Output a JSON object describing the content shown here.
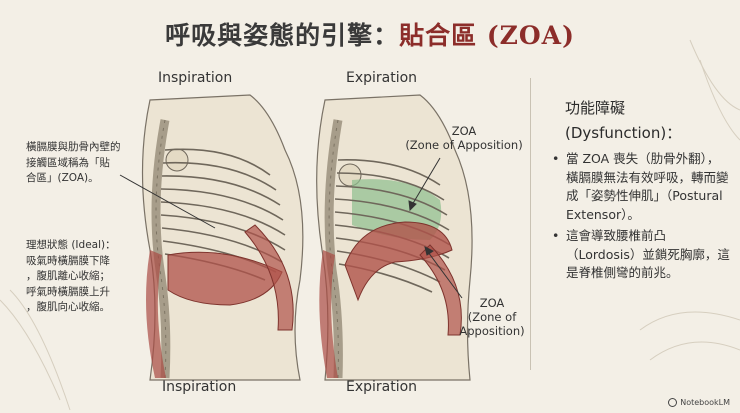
{
  "title": {
    "main": "呼吸與姿態的引擎：",
    "accent": "貼合區 (ZOA)"
  },
  "panels": {
    "left_top_label": "Inspiration",
    "right_top_label": "Expiration",
    "left_bottom_label": "Inspiration",
    "right_bottom_label": "Expiration"
  },
  "notes": {
    "zoa_definition": [
      "橫膈膜與肋骨內壁的",
      "接觸區域稱為「貼",
      "合區」(ZOA)。"
    ],
    "ideal": [
      "理想狀態 (Ideal)：",
      "吸氣時橫膈膜下降",
      "，腹肌離心收縮；",
      "呼氣時橫膈膜上升",
      "，腹肌向心收縮。"
    ]
  },
  "zoa_labels": {
    "upper": [
      "ZOA",
      "(Zone of Apposition)"
    ],
    "lower": [
      "ZOA",
      "(Zone of",
      "Apposition)"
    ]
  },
  "dysfunction": {
    "title": [
      "功能障礙",
      "(Dysfunction)："
    ],
    "items": [
      "當 ZOA 喪失（肋骨外翻），橫膈膜無法有效呼吸，轉而變成「姿勢性伸肌」（Postural Extensor）。",
      "這會導致腰椎前凸（Lordosis）並鎖死胸廓，這是脊椎側彎的前兆。"
    ]
  },
  "brand": "NotebookLM",
  "colors": {
    "accent": "#8c2d2a",
    "muscle": "#b0524a",
    "zoa_green": "#8fbf8f",
    "bone": "#efe7d6"
  }
}
